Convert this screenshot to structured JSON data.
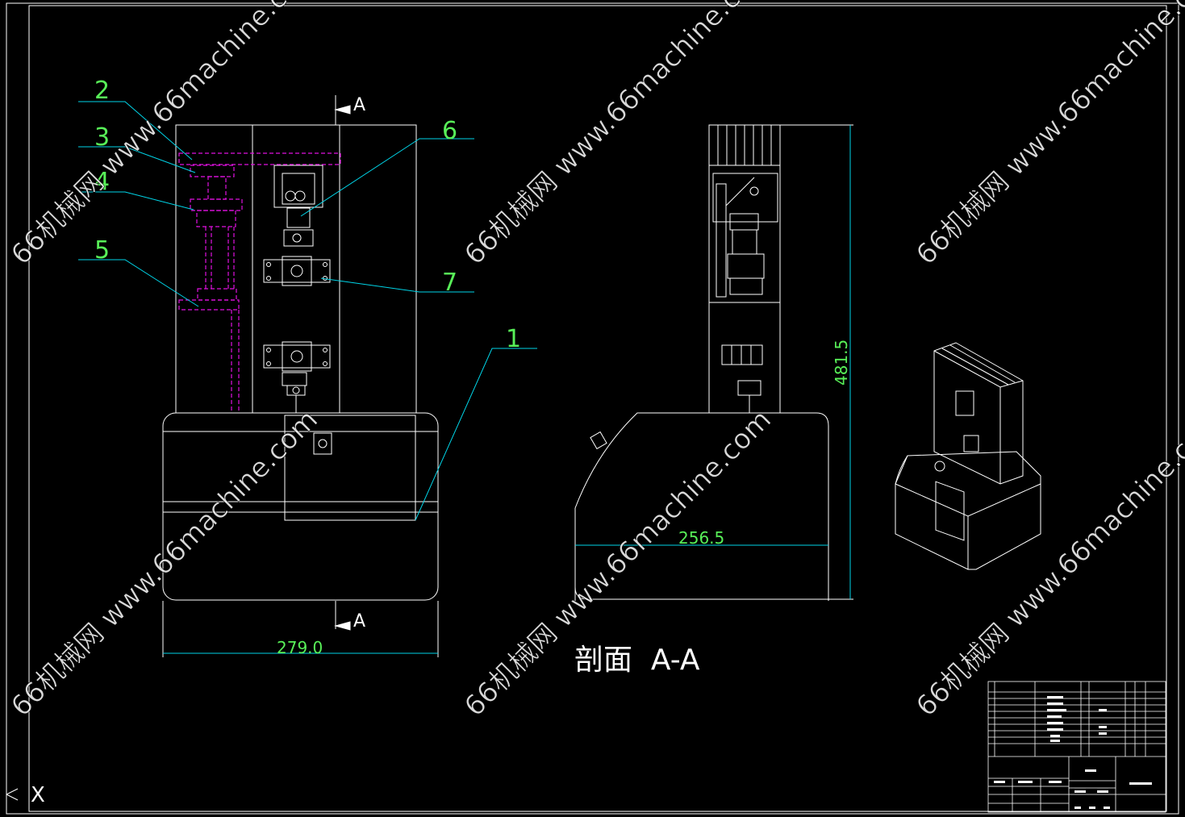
{
  "drawing": {
    "part_labels": [
      "2",
      "3",
      "4",
      "5",
      "6",
      "7",
      "1"
    ],
    "section_marker": "A",
    "dimensions": {
      "front_width": "279.0",
      "side_depth": "256.5",
      "height": "481.5"
    },
    "section_title": "剖面  A-A",
    "axis_marker": "X"
  },
  "watermark": "66机械网 www.66machine.com",
  "colors": {
    "background": "#000000",
    "outline": "#ffffff",
    "leader": "#00d5e8",
    "label": "#58f058",
    "hidden": "#e010e0"
  }
}
